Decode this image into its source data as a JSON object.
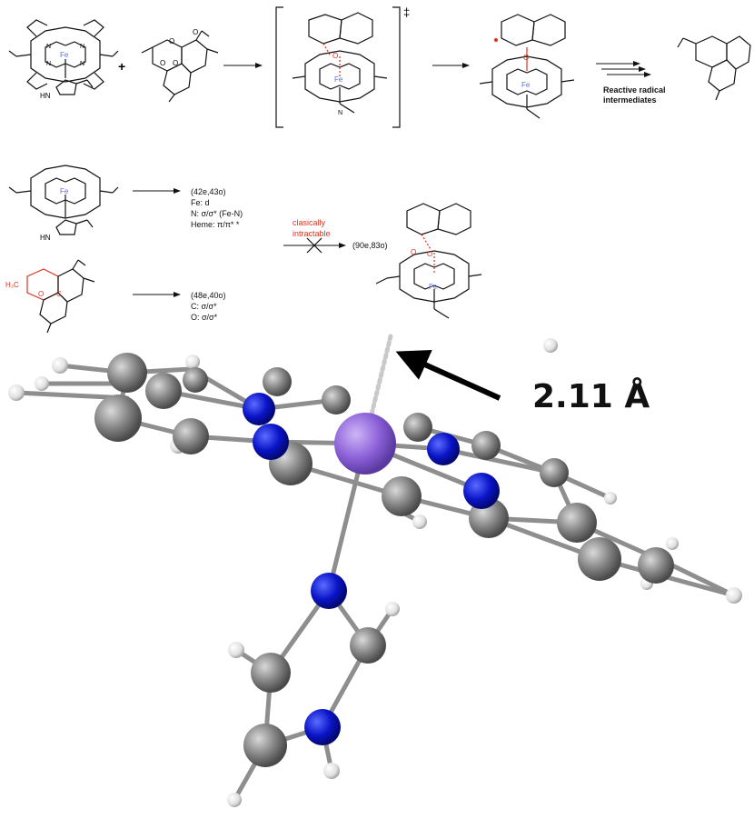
{
  "scheme": {
    "plus": "+",
    "ts_symbol": "‡",
    "reactive_label": "Reactive radical intermediates"
  },
  "atoms": {
    "fe": "Fe",
    "n": "N",
    "o": "O",
    "h": "H",
    "hn": "HN",
    "c": "C",
    "h3c": "H₃C"
  },
  "partition": {
    "heme_active_space": "(42e,43o)",
    "heme_fe": "Fe: d",
    "heme_n": "N: σ/σ* (Fe-N)",
    "heme_pi": "Heme: π/π* *",
    "art_active_space": "(48e,40o)",
    "art_c": "C: σ/σ*",
    "art_o": "O: σ/σ*",
    "intractable_line1": "clasically",
    "intractable_line2": "intractable",
    "complex_active_space": "(90e,83o)"
  },
  "model3d": {
    "distance_label": "2.11 Å"
  },
  "colors": {
    "carbon": "#7a7a7a",
    "nitrogen": "#0a14c8",
    "iron": "#8c60d8",
    "hydrogen": "#e6e6e6",
    "highlight_red": "#d8321e",
    "fe_label": "#5a6ed8"
  }
}
